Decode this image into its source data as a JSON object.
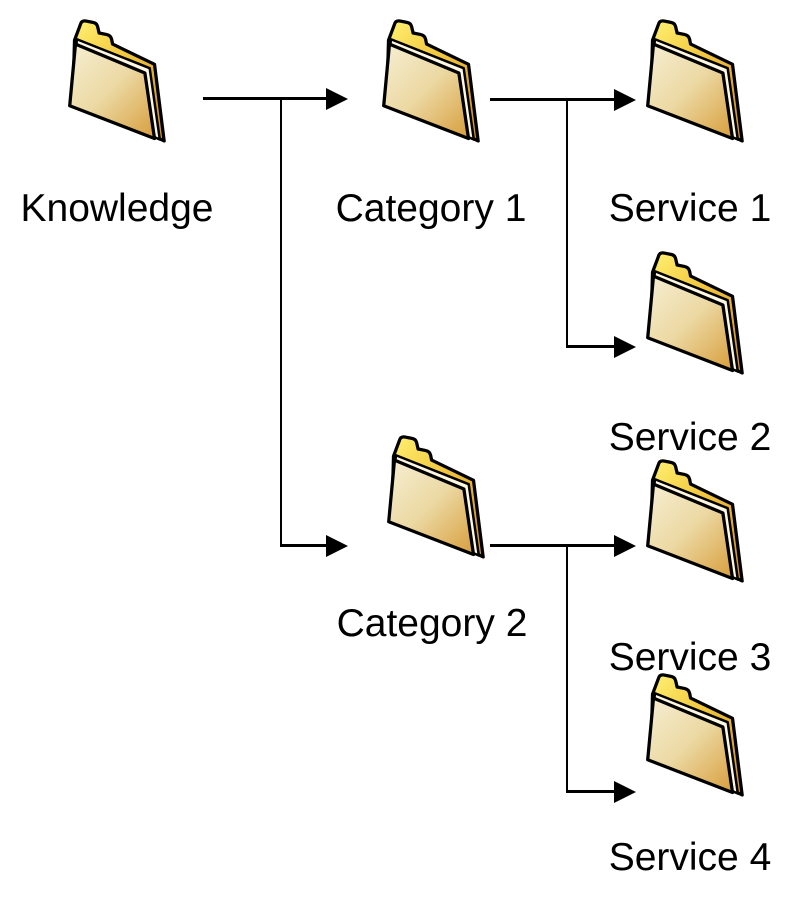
{
  "diagram": {
    "type": "hierarchy",
    "background_color": "#ffffff",
    "connector_color": "#000000",
    "label_color": "#000000",
    "folder_icon": {
      "name": "folder-icon",
      "outline_color": "#000000",
      "tab_color_light": "#fff172",
      "tab_color_dark": "#d3922c",
      "body_color_light": "#f6efd2",
      "body_color_dark": "#d9a345",
      "paper_color": "#fdf6e2"
    },
    "nodes": [
      {
        "id": "knowledge",
        "label": "Knowledge",
        "icon": "folder-icon"
      },
      {
        "id": "category1",
        "label": "Category 1",
        "icon": "folder-icon"
      },
      {
        "id": "service1",
        "label": "Service 1",
        "icon": "folder-icon"
      },
      {
        "id": "service2",
        "label": "Service 2",
        "icon": "folder-icon"
      },
      {
        "id": "category2",
        "label": "Category 2",
        "icon": "folder-icon"
      },
      {
        "id": "service3",
        "label": "Service 3",
        "icon": "folder-icon"
      },
      {
        "id": "service4",
        "label": "Service 4",
        "icon": "folder-icon"
      }
    ],
    "edges": [
      {
        "from": "knowledge",
        "to": "category1"
      },
      {
        "from": "knowledge",
        "to": "category2"
      },
      {
        "from": "category1",
        "to": "service1"
      },
      {
        "from": "category1",
        "to": "service2"
      },
      {
        "from": "category2",
        "to": "service3"
      },
      {
        "from": "category2",
        "to": "service4"
      }
    ]
  }
}
